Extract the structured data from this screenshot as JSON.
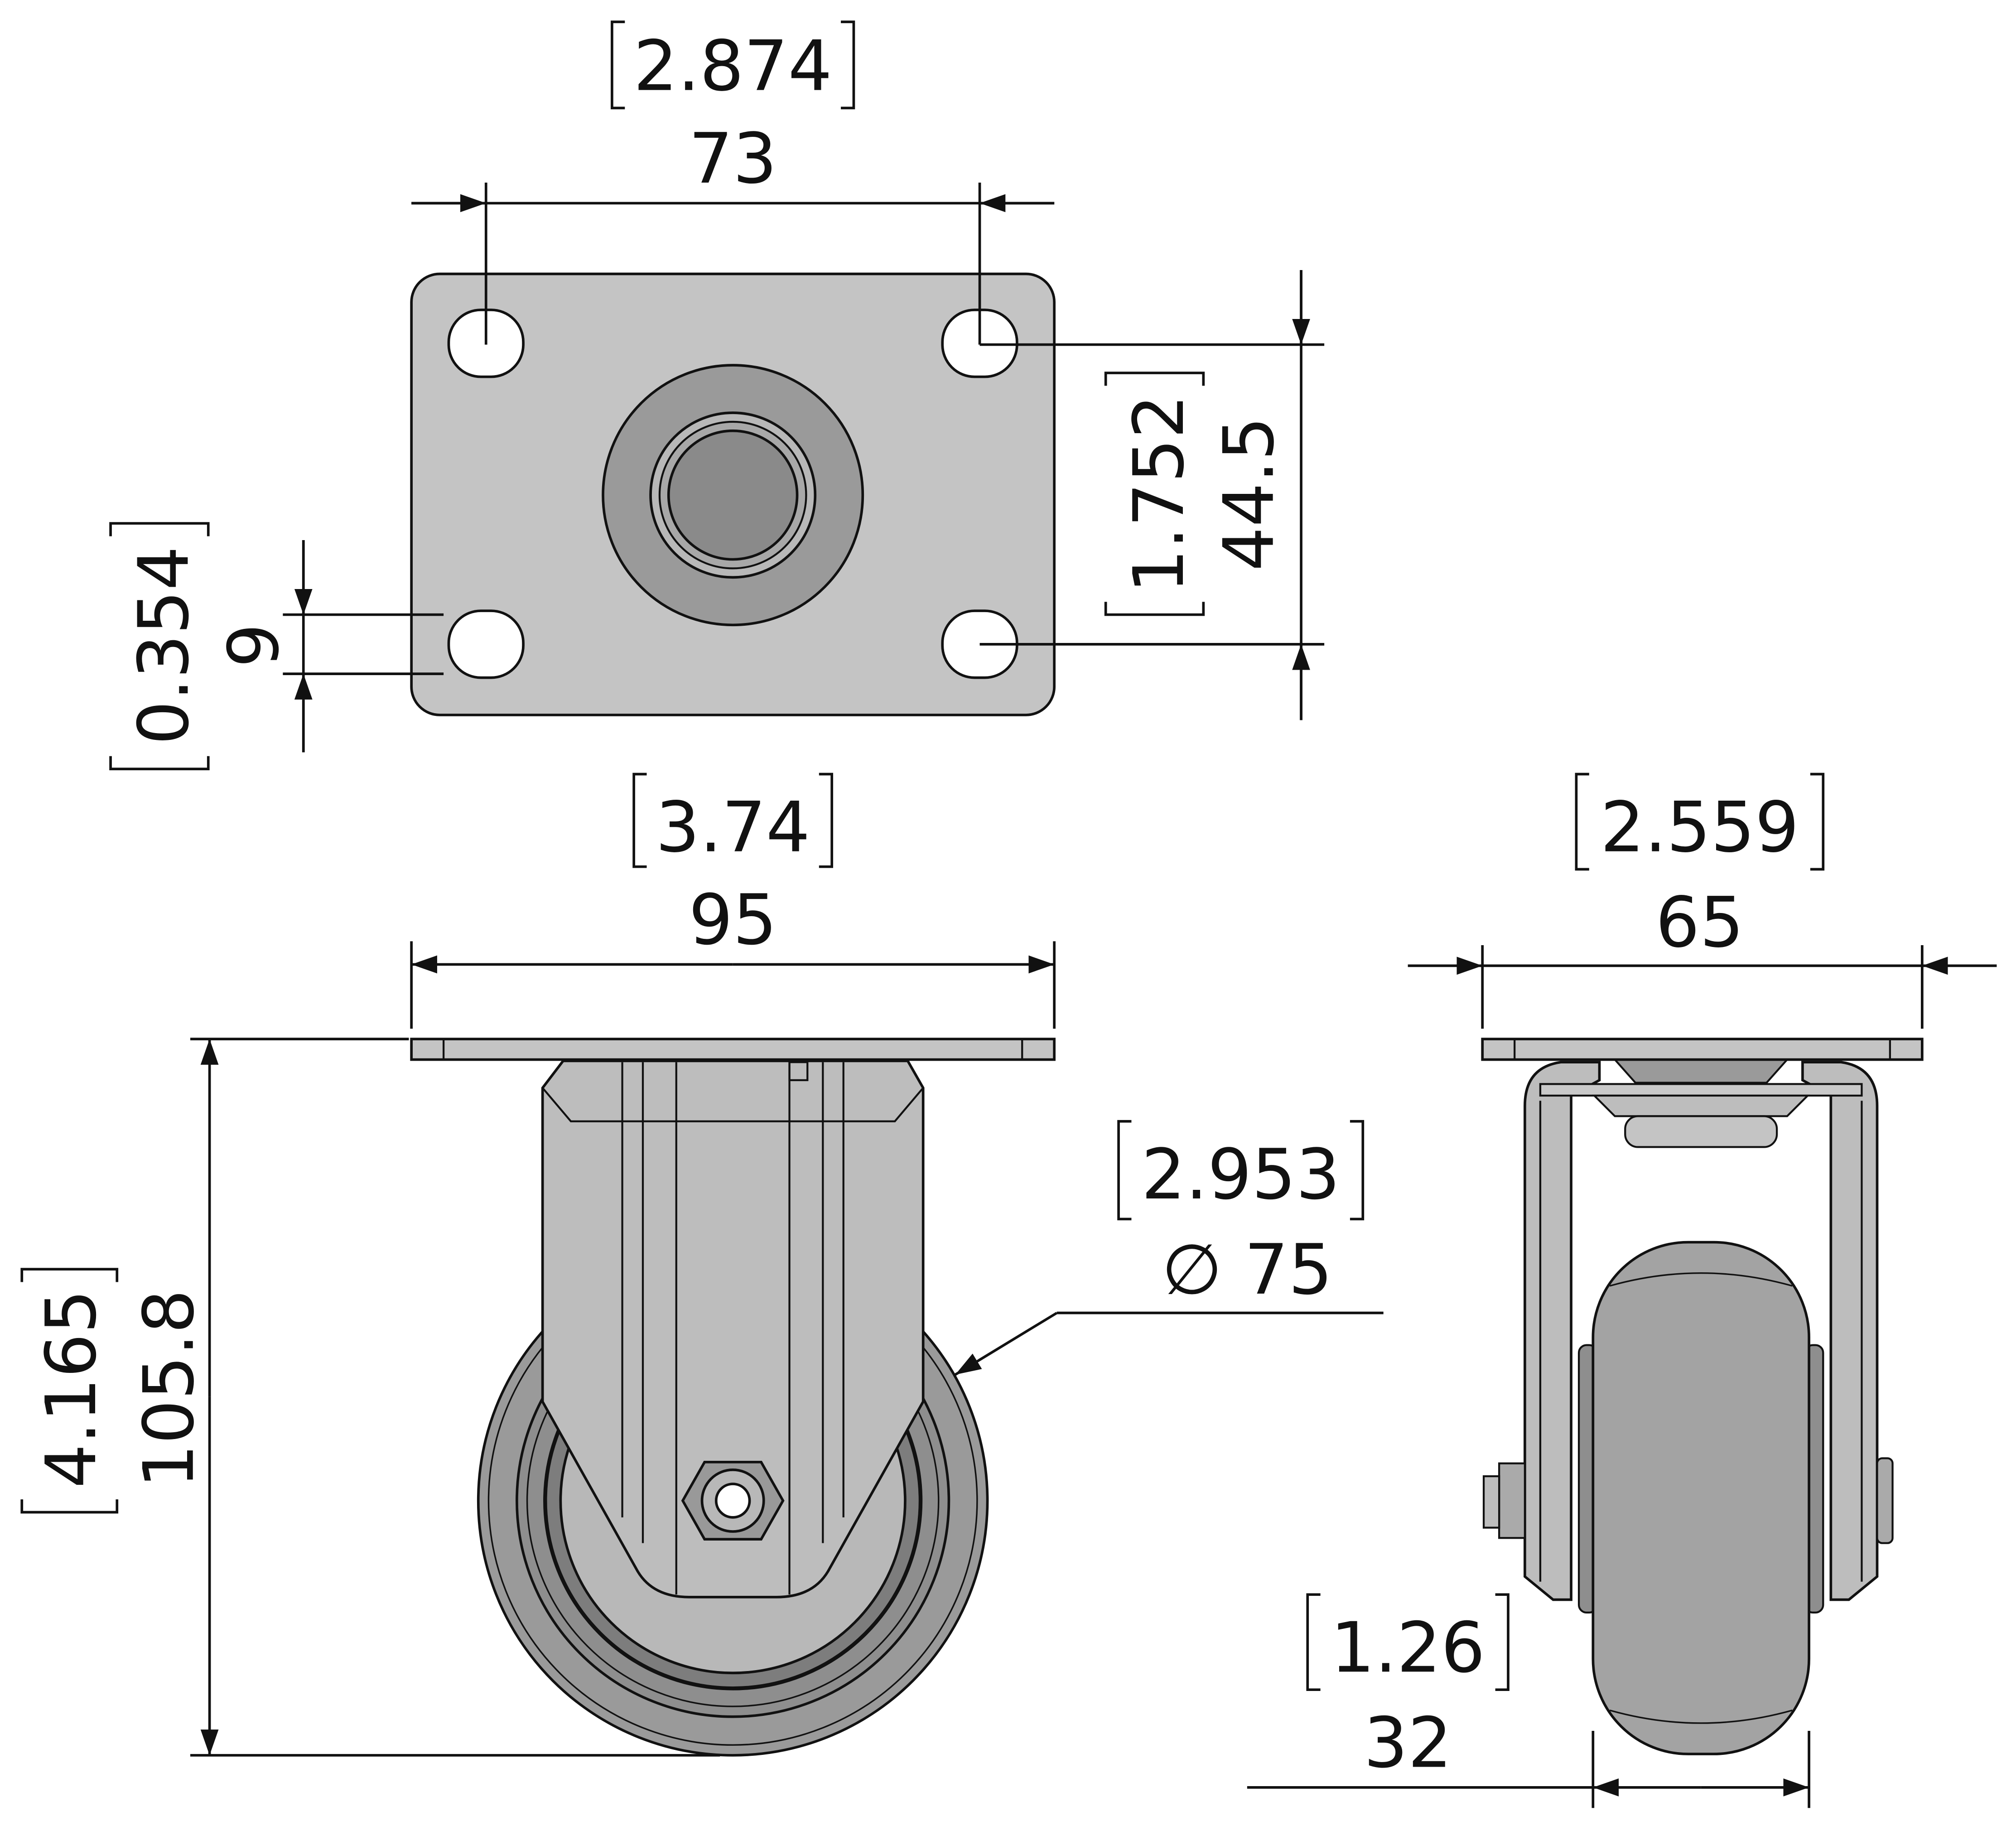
{
  "top_view": {
    "width_in": "2.874",
    "width_mm": "73",
    "hole_spacing_in": "1.752",
    "hole_spacing_mm": "44.5",
    "slot_in": "0.354",
    "slot_mm": "9"
  },
  "front_view": {
    "plate_width_in": "3.74",
    "plate_width_mm": "95",
    "height_in": "4.165",
    "height_mm": "105.8",
    "wheel_dia_in": "2.953",
    "wheel_dia_mm": "∅ 75"
  },
  "side_view": {
    "width_in": "2.559",
    "width_mm": "65",
    "tread_in": "1.26",
    "tread_mm": "32"
  },
  "colors": {
    "plate": "#c4c4c4",
    "dark": "#8c8c8c",
    "wheel": "#a3a3a3",
    "ink": "#111111"
  }
}
